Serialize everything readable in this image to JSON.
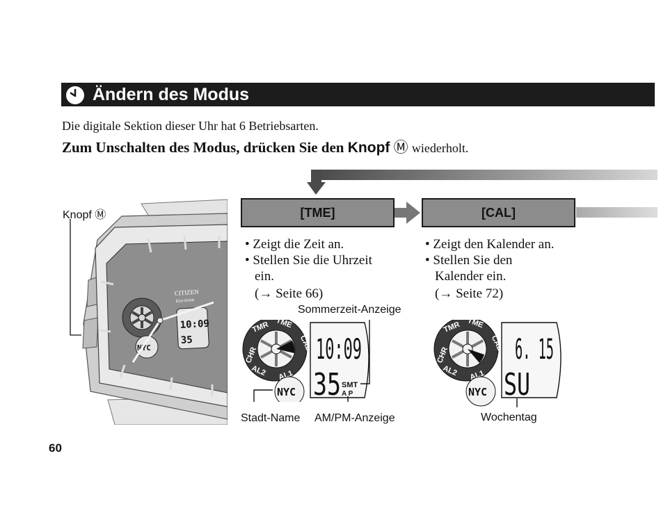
{
  "header": {
    "title": "Ändern des Modus",
    "icon": "clock-icon"
  },
  "intro": "Die digitale Sektion dieser Uhr hat 6 Betriebsarten.",
  "instruction": {
    "text": "Zum Unschalten des Modus, drücken Sie den",
    "knopf": "Knopf",
    "button_symbol": "Ⓜ",
    "rest": "wiederholt."
  },
  "watch_label": "Knopf Ⓜ",
  "watch_face": {
    "brand": "CITIZEN",
    "subbrand": "Eco-Drive",
    "lcd_time": "10:09",
    "lcd_seconds": "35",
    "city": "NYC"
  },
  "modes": [
    {
      "label": "[TME]",
      "bullets": [
        "• Zeigt die Zeit an.",
        "• Stellen Sie die Uhrzeit",
        "ein."
      ],
      "ref": "(→ Seite 66)",
      "lcd_top": "10:09",
      "lcd_bottom": "35",
      "lcd_indicator": "SMT",
      "lcd_ampm": "A P",
      "city": "NYC",
      "ring": [
        "CHR",
        "TMR",
        "TME",
        "CAL",
        "AL1",
        "AL2"
      ],
      "callouts": [
        "Sommerzeit-Anzeige",
        "Stadt-Name",
        "AM/PM-Anzeige"
      ]
    },
    {
      "label": "[CAL]",
      "bullets": [
        "• Zeigt den Kalender an.",
        "• Stellen Sie den",
        "Kalender ein."
      ],
      "ref": "(→ Seite 72)",
      "lcd_top": "6. 15",
      "lcd_bottom": "SU",
      "city": "NYC",
      "ring": [
        "CHR",
        "TMR",
        "TME",
        "CAL",
        "AL1",
        "AL2"
      ],
      "callouts": [
        "Wochentag"
      ]
    }
  ],
  "page_number": "60"
}
